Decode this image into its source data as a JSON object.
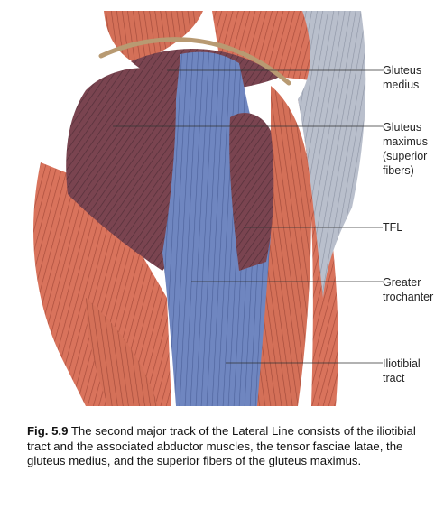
{
  "labels": {
    "gluteus_medius": [
      "Gluteus",
      "medius"
    ],
    "gluteus_maximus": [
      "Gluteus",
      "maximus",
      "(superior",
      "fibers)"
    ],
    "tfl": [
      "TFL"
    ],
    "greater_trochanter": [
      "Greater",
      "trochanter"
    ],
    "iliotibial_tract": [
      "Iliotibial",
      "tract"
    ]
  },
  "caption": {
    "figure_number": "Fig. 5.9",
    "text": "The second major track of the Lateral Line consists of the iliotibial tract and the associated abductor muscles, the tensor fasciae latae, the gluteus medius, and the superior fibers of the gluteus maximus."
  },
  "colors": {
    "muscle_red": "#d9735c",
    "muscle_dark": "#7a4450",
    "fascia_blue": "#6f86c0",
    "tendon_tan": "#b89a72"
  }
}
